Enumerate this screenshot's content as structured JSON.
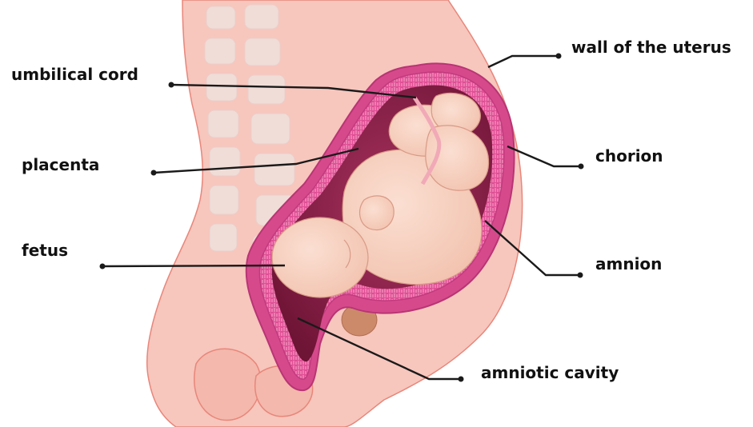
{
  "labels": {
    "wall_of_the_uterus": "wall of the uterus",
    "umbilical_cord": "umbilical cord",
    "placenta": "placenta",
    "chorion": "chorion",
    "fetus": "fetus",
    "amnion": "amnion",
    "amniotic_cavity": "amniotic cavity"
  },
  "colors": {
    "body_skin": "#f7c6bd",
    "body_outline": "#e8867a",
    "vertebra": "#f0ddd8",
    "uterus_wall": "#d64a8c",
    "placenta": "#e04f95",
    "amniotic_fluid": "#8a1f48",
    "fetus_skin": "#f8d2c2",
    "label_text": "#111111"
  }
}
